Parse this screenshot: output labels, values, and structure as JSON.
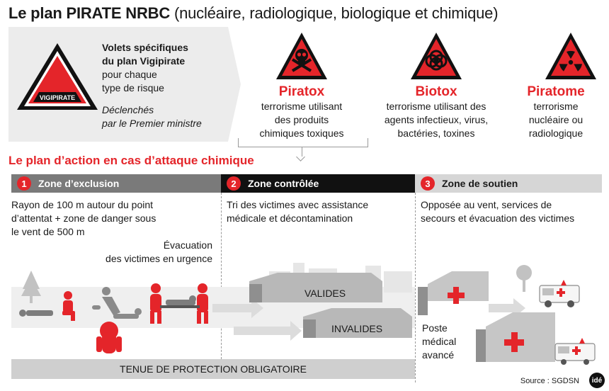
{
  "title": {
    "bold": "Le plan PIRATE NRBC",
    "rest": " (nucléaire, radiologique, biologique et chimique)"
  },
  "vigipirate": {
    "logo_text": "VIGIPIRATE",
    "line1": "Volets spécifiques",
    "line2": "du plan Vigipirate",
    "line3": "pour chaque",
    "line4": "type de risque",
    "line5": "Déclenchés",
    "line6": "par le Premier ministre"
  },
  "plans": [
    {
      "name": "Piratox",
      "icon": "skull-crossbones-icon",
      "lines": [
        "terrorisme utilisant",
        "des produits",
        "chimiques toxiques"
      ]
    },
    {
      "name": "Biotox",
      "icon": "biohazard-icon",
      "lines": [
        "terrorisme utilisant des",
        "agents infectieux, virus,",
        "bactéries, toxines"
      ]
    },
    {
      "name": "Piratome",
      "icon": "radiation-icon",
      "lines": [
        "terrorisme",
        "nucléaire ou",
        "radiologique"
      ]
    }
  ],
  "action_title": "Le plan d’action en cas d’attaque chimique",
  "zones": [
    {
      "num": "1",
      "label": "Zone d’exclusion",
      "bg": "#7a7a7a",
      "lines": [
        "Rayon de 100 m autour du point",
        "d’attentat + zone de danger sous",
        "le vent de 500 m"
      ]
    },
    {
      "num": "2",
      "label": "Zone contrôlée",
      "bg": "#111111",
      "lines": [
        "Tri des victimes avec assistance",
        "médicale et décontamination"
      ]
    },
    {
      "num": "3",
      "label": "Zone de soutien",
      "bg": "#d6d6d6",
      "lines": [
        "Opposée au vent, services de",
        "secours et évacuation des victimes"
      ]
    }
  ],
  "evacuation": {
    "line1": "Évacuation",
    "line2": "des victimes en urgence"
  },
  "tents": {
    "valides": "VALIDES",
    "invalides": "INVALIDES"
  },
  "poste": {
    "line1": "Poste",
    "line2": "médical",
    "line3": "avancé"
  },
  "tenue": "TENUE DE PROTECTION OBLIGATOIRE",
  "source": "Source : SGDSN",
  "ide_logo": "idé",
  "colors": {
    "accent": "#e4252a",
    "zone1": "#7a7a7a",
    "zone2": "#111111",
    "zone3": "#d6d6d6",
    "panel": "#ececec"
  }
}
